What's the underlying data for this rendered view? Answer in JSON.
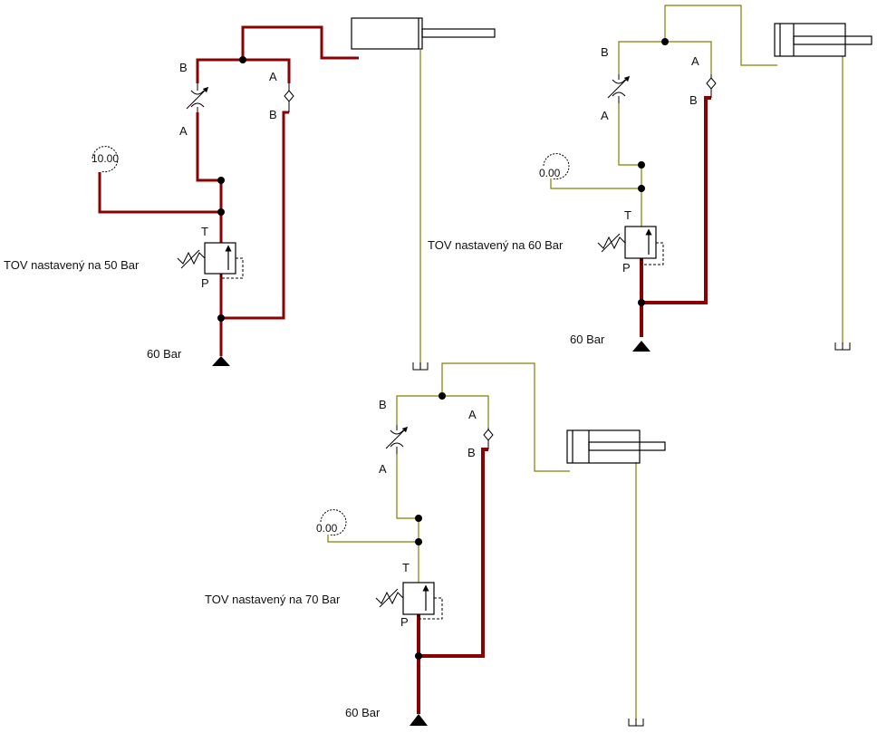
{
  "colors": {
    "pressure_line": "#8B0000",
    "return_line": "#808000",
    "symbol": "#000000",
    "background": "#FFFFFF"
  },
  "circuits": [
    {
      "valve_label": "TOV nastavený na 50 Bar",
      "gauge_value": "10.00",
      "supply_label": "60  Bar",
      "port_T": "T",
      "port_P": "P",
      "throttle_top": "B",
      "throttle_bottom": "A",
      "check_top": "A",
      "check_bottom": "B",
      "icons": [
        "relief-valve-icon",
        "throttle-valve-icon",
        "check-valve-icon",
        "pressure-gauge-icon",
        "pump-source-icon",
        "cylinder-icon",
        "tank-icon"
      ]
    },
    {
      "valve_label": "TOV nastavený na 60 Bar",
      "gauge_value": "0.00",
      "supply_label": "60  Bar",
      "port_T": "T",
      "port_P": "P",
      "throttle_top": "B",
      "throttle_bottom": "A",
      "check_top": "A",
      "check_bottom": "B",
      "icons": [
        "relief-valve-icon",
        "throttle-valve-icon",
        "check-valve-icon",
        "pressure-gauge-icon",
        "pump-source-icon",
        "cylinder-icon",
        "tank-icon"
      ]
    },
    {
      "valve_label": "TOV nastavený na 70 Bar",
      "gauge_value": "0.00",
      "supply_label": "60  Bar",
      "port_T": "T",
      "port_P": "P",
      "throttle_top": "B",
      "throttle_bottom": "A",
      "check_top": "A",
      "check_bottom": "B",
      "icons": [
        "relief-valve-icon",
        "throttle-valve-icon",
        "check-valve-icon",
        "pressure-gauge-icon",
        "pump-source-icon",
        "cylinder-icon",
        "tank-icon"
      ]
    }
  ]
}
